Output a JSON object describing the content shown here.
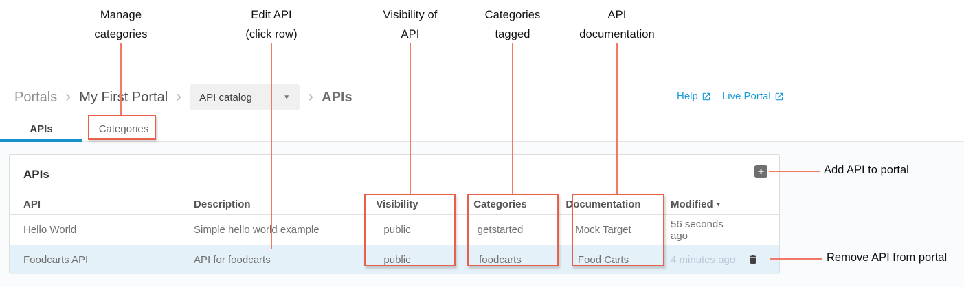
{
  "annotations": {
    "top": [
      {
        "text": "Manage\ncategories"
      },
      {
        "text": "Edit API\n(click row)"
      },
      {
        "text": "Visibility of\nAPI"
      },
      {
        "text": "Categories\ntagged"
      },
      {
        "text": "API\ndocumentation"
      }
    ],
    "add_api": "Add API to portal",
    "remove_api": "Remove API from portal"
  },
  "breadcrumb": {
    "root": "Portals",
    "separator": "›",
    "portal": "My First Portal",
    "catalog_dropdown": "API catalog",
    "current": "APIs"
  },
  "header_links": {
    "help": "Help",
    "live_portal": "Live Portal"
  },
  "tabs": [
    {
      "label": "APIs"
    },
    {
      "label": "Categories"
    }
  ],
  "panel": {
    "title": "APIs",
    "add_button_glyph": "+"
  },
  "table": {
    "columns": [
      "API",
      "Description",
      "Visibility",
      "Categories",
      "Documentation",
      "Modified"
    ],
    "sort_indicator": "▼",
    "rows": [
      {
        "api": "Hello World",
        "description": "Simple hello world example",
        "visibility": "public",
        "categories": "getstarted",
        "documentation": "Mock Target",
        "modified": "56 seconds ago"
      },
      {
        "api": "Foodcarts API",
        "description": "API for foodcarts",
        "visibility": "public",
        "categories": "foodcarts",
        "documentation": "Food Carts",
        "modified": "4 minutes ago"
      }
    ]
  },
  "colors": {
    "annotation_red": "#e8604c",
    "link_blue": "#199bd7",
    "tab_underline_blue": "#1791c8",
    "row_highlight_blue": "#e5f1f8"
  }
}
